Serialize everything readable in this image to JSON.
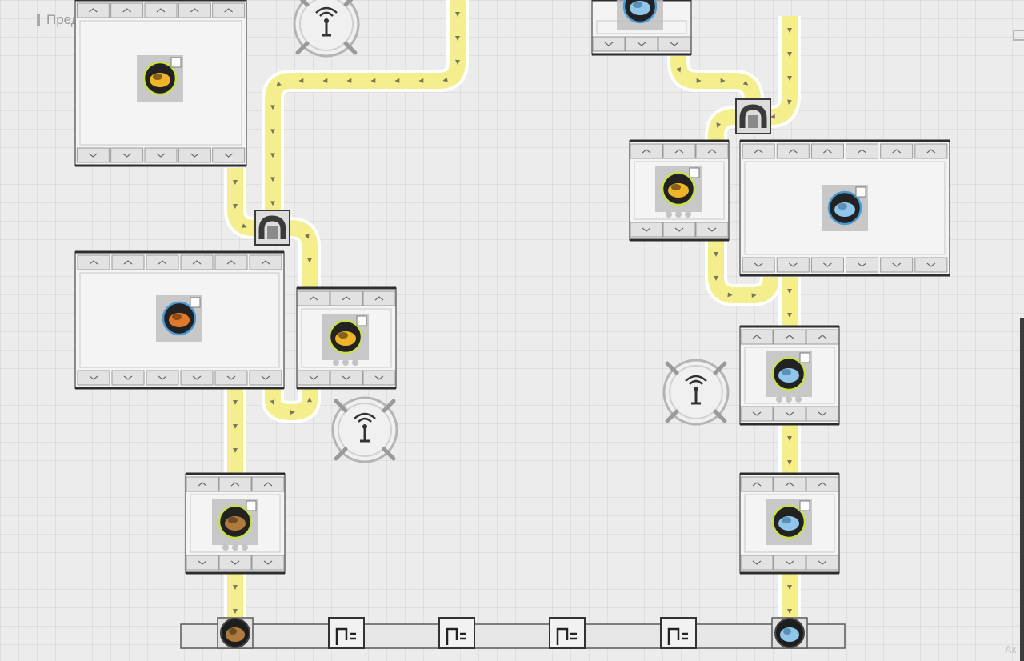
{
  "header": {
    "title": "Предпросмотр чертежа"
  },
  "watermark": {
    "text": "Ак"
  },
  "colors": {
    "background": "#ececec",
    "conveyor": "#f4ef8c",
    "conveyor_edge": "#ffffff",
    "machine_frame": "#2d2d2d",
    "machine_fill": "#f4f4f4",
    "port": "#e2e2e2",
    "bridge": "#3a3a3a",
    "item_ring_green": "#c8e04a",
    "item_ring_blue": "#4a9ad6"
  },
  "machines": [
    {
      "name": "machine-top-left",
      "item": "ore-dark-gold-icon",
      "ring": "green"
    },
    {
      "name": "machine-top-center",
      "item": "crystal-blue-icon",
      "ring": "blue"
    },
    {
      "name": "machine-mid-left",
      "item": "ingot-copper-icon",
      "ring": "blue"
    },
    {
      "name": "machine-mid-small",
      "item": "ore-gold-icon",
      "ring": "green"
    },
    {
      "name": "machine-right-small",
      "item": "ore-gold-icon",
      "ring": "green"
    },
    {
      "name": "machine-right-large",
      "item": "cube-blue-icon",
      "ring": "blue"
    },
    {
      "name": "machine-right-mid",
      "item": "ore-dark-blue-icon",
      "ring": "green"
    },
    {
      "name": "machine-bottom-left",
      "item": "ore-dark-rock-icon",
      "ring": "green"
    },
    {
      "name": "machine-bottom-right",
      "item": "crystal-shard-icon",
      "ring": "green"
    }
  ],
  "relay_towers": [
    {
      "name": "relay-tower-top",
      "icon": "signal-tower-icon"
    },
    {
      "name": "relay-tower-middle",
      "icon": "signal-tower-icon"
    },
    {
      "name": "relay-tower-right",
      "icon": "signal-tower-icon"
    }
  ],
  "bridges": [
    {
      "name": "conveyor-bridge-left",
      "icon": "bridge-icon"
    },
    {
      "name": "conveyor-bridge-right",
      "icon": "bridge-icon"
    }
  ],
  "output_bus": {
    "slots": [
      {
        "name": "bus-slot-1",
        "content": "ore-dark-rock-icon"
      },
      {
        "name": "bus-slot-2",
        "content": "empty"
      },
      {
        "name": "bus-slot-3",
        "content": "empty"
      },
      {
        "name": "bus-slot-4",
        "content": "empty"
      },
      {
        "name": "bus-slot-5",
        "content": "empty"
      },
      {
        "name": "bus-slot-6",
        "content": "empty"
      },
      {
        "name": "bus-slot-7",
        "content": "crystal-prism-icon"
      }
    ]
  }
}
